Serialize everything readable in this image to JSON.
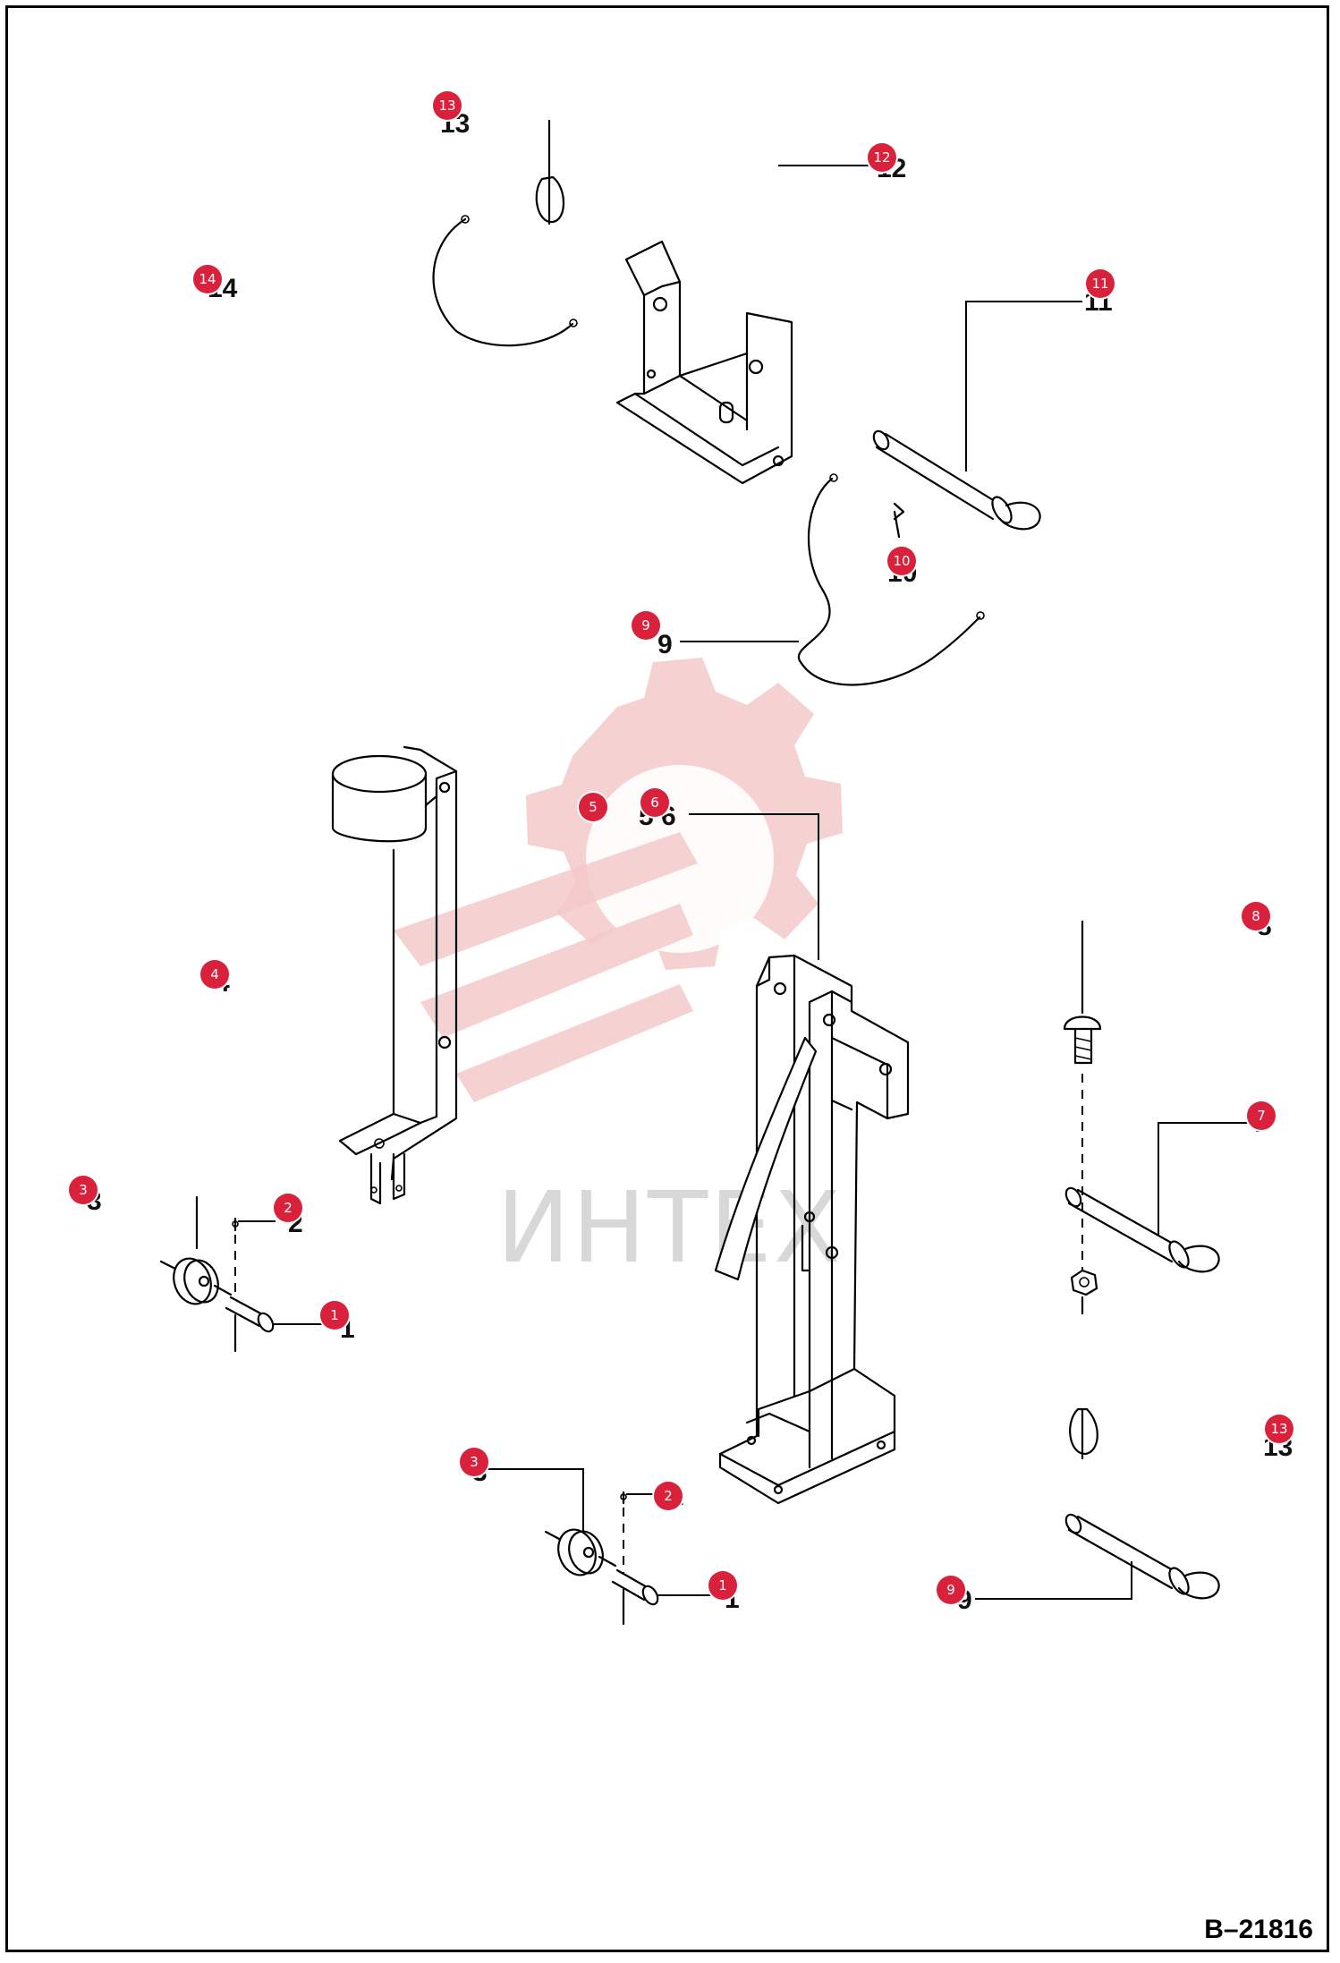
{
  "reference_code": "B–21816",
  "watermark": {
    "text": "ИНТЕХ",
    "color": "#f3c9c9"
  },
  "callout_color": "#d9213c",
  "callouts": [
    {
      "id": "c13a",
      "label": "13"
    },
    {
      "id": "c12",
      "label": "12"
    },
    {
      "id": "c14",
      "label": "14"
    },
    {
      "id": "c11",
      "label": "11"
    },
    {
      "id": "c10",
      "label": "10"
    },
    {
      "id": "c9a",
      "label": "9"
    },
    {
      "id": "c5",
      "label": "5"
    },
    {
      "id": "c6",
      "label": "6"
    },
    {
      "id": "c8",
      "label": "8"
    },
    {
      "id": "c4",
      "label": "4"
    },
    {
      "id": "c7",
      "label": "7"
    },
    {
      "id": "c3a",
      "label": "3"
    },
    {
      "id": "c2a",
      "label": "2"
    },
    {
      "id": "c1a",
      "label": "1"
    },
    {
      "id": "c13b",
      "label": "13"
    },
    {
      "id": "c3b",
      "label": "3"
    },
    {
      "id": "c2b",
      "label": "2"
    },
    {
      "id": "c1b",
      "label": "1"
    },
    {
      "id": "c9b",
      "label": "9"
    }
  ],
  "part_numbers": [
    {
      "id": "p13a",
      "label": "13"
    },
    {
      "id": "p12",
      "label": "12"
    },
    {
      "id": "p14",
      "label": "14"
    },
    {
      "id": "p11",
      "label": "11"
    },
    {
      "id": "p10",
      "label": "10"
    },
    {
      "id": "p9a",
      "label": "9"
    },
    {
      "id": "p56",
      "label": "5 6"
    },
    {
      "id": "p8",
      "label": "8"
    },
    {
      "id": "p4",
      "label": "4"
    },
    {
      "id": "p7",
      "label": "7"
    },
    {
      "id": "p3a",
      "label": "3"
    },
    {
      "id": "p2a",
      "label": "2"
    },
    {
      "id": "p1a",
      "label": "1"
    },
    {
      "id": "p13b",
      "label": "13"
    },
    {
      "id": "p3b",
      "label": "3"
    },
    {
      "id": "p2b",
      "label": "2"
    },
    {
      "id": "p1b",
      "label": "1"
    },
    {
      "id": "p9b",
      "label": "9"
    }
  ]
}
